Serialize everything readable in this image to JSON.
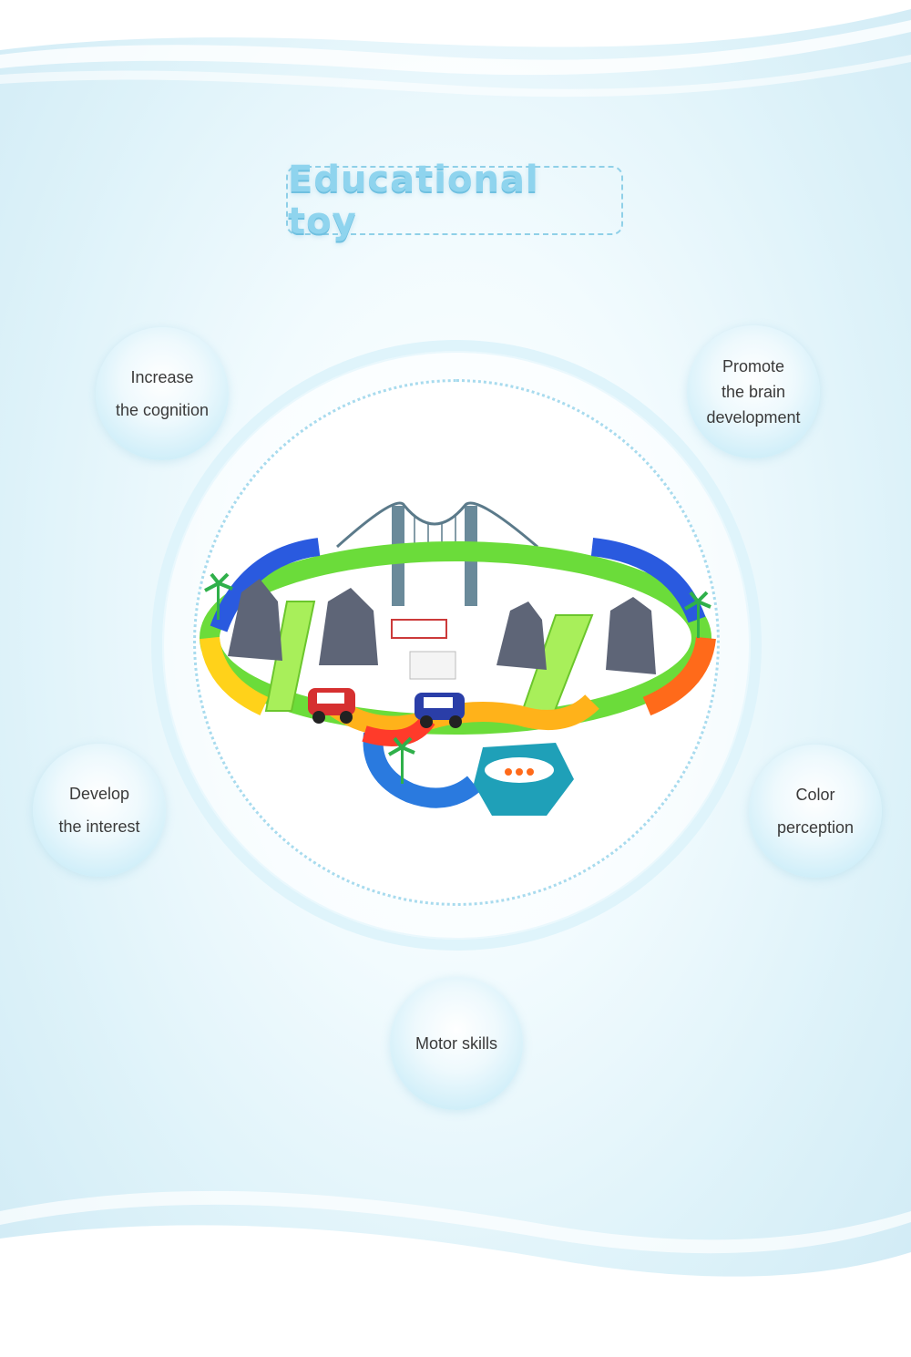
{
  "title": "Educational toy",
  "benefits": {
    "cognition": [
      "Increase",
      "the cognition"
    ],
    "brain": [
      "Promote",
      "the brain",
      "development"
    ],
    "interest": [
      "Develop",
      "the interest"
    ],
    "color": [
      "Color",
      "perception"
    ],
    "motor": [
      "Motor skills"
    ]
  },
  "colors": {
    "title": "#8fd4ee",
    "bubble": "#c9ecf8",
    "ring": "#dff4fb",
    "background": "#e4f5fb"
  },
  "product_image": "race-track-toy-set"
}
